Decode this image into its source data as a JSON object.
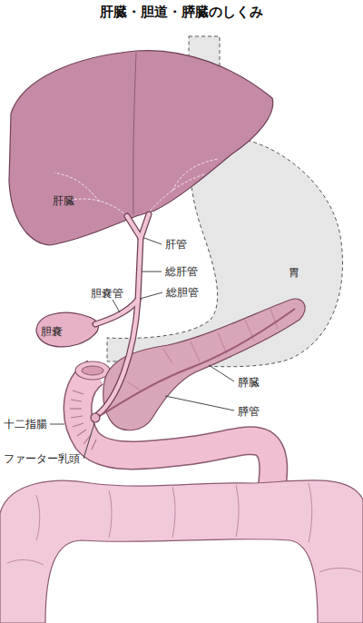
{
  "diagram": {
    "title": "肝臓・胆道・膵臓のしくみ",
    "labels": [
      "肝臓",
      "肝管",
      "総肝管",
      "胆嚢管",
      "総胆管",
      "胃",
      "胆嚢",
      "膵臓",
      "膵管",
      "十二指腸",
      "ファーター乳頭"
    ]
  }
}
